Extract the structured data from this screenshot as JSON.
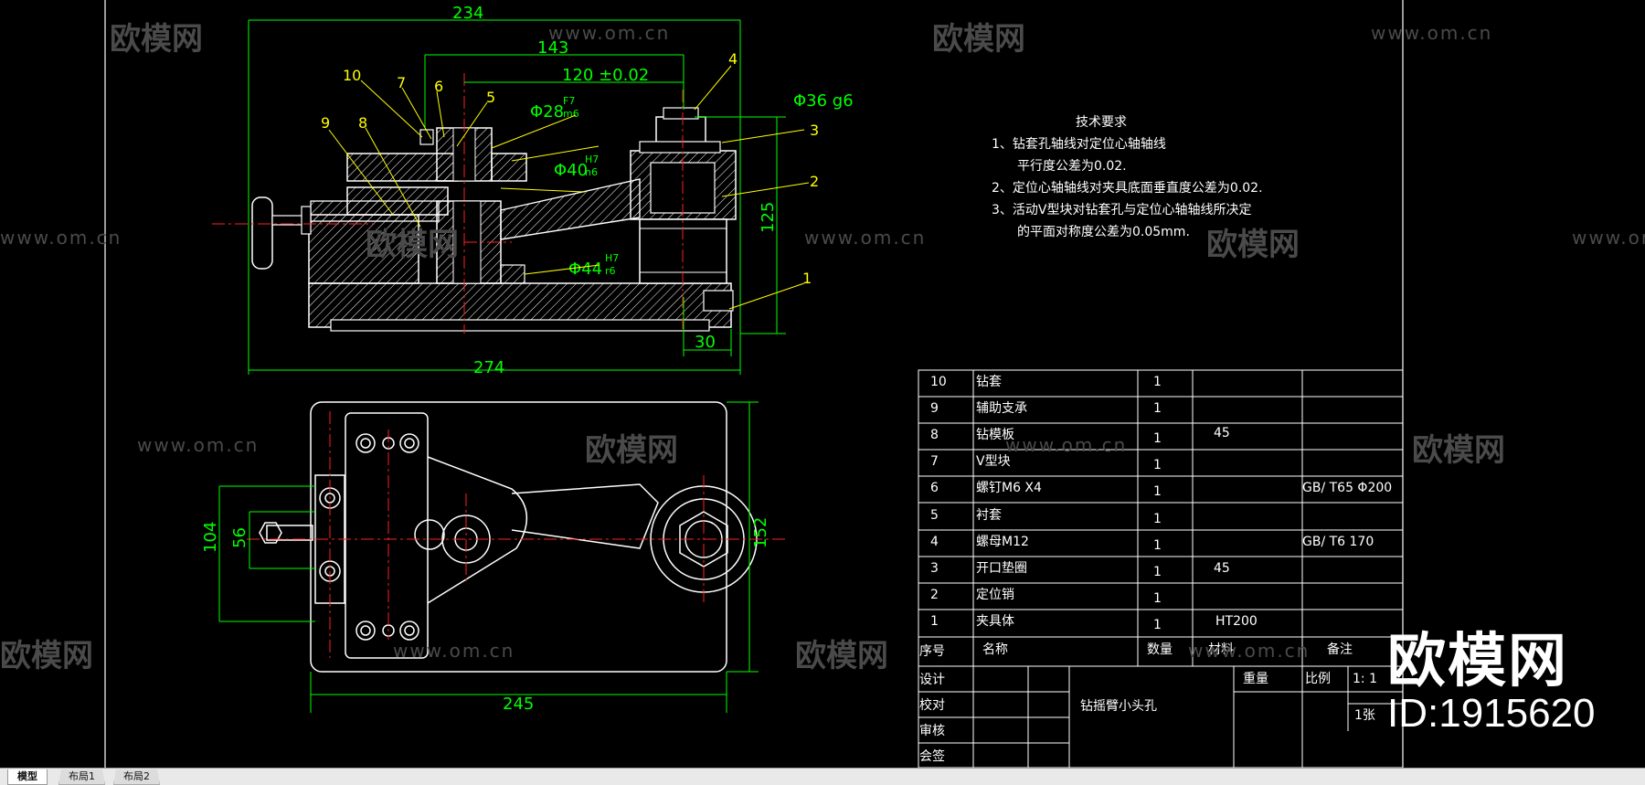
{
  "watermark": {
    "brand_cn": "欧模网",
    "url": "www.om.cn"
  },
  "brand_overlay": {
    "logo_text": "欧模网",
    "id_text": "ID:1915620"
  },
  "dimensions": {
    "d234": "234",
    "d143": "143",
    "d120": "120 ±0.02",
    "d274": "274",
    "d30": "30",
    "d125": "125",
    "d245": "245",
    "d152": "152",
    "d104": "104",
    "d56": "56",
    "phi36": "Φ36 g6",
    "phi28": "Φ28",
    "phi28_tol_top": "F7",
    "phi28_tol_bot": "m6",
    "phi40": "Φ40",
    "phi40_tol_top": "H7",
    "phi40_tol_bot": "n6",
    "phi44": "Φ44",
    "phi44_tol_top": "H7",
    "phi44_tol_bot": "r6"
  },
  "balloons": [
    "1",
    "2",
    "3",
    "4",
    "5",
    "6",
    "7",
    "8",
    "9",
    "10"
  ],
  "tech_req": {
    "title": "技术要求",
    "l1": "1、钻套孔轴线对定位心轴轴线",
    "l2": "平行度公差为0.02.",
    "l3": "2、定位心轴轴线对夹具底面垂直度公差为0.02.",
    "l4": "3、活动V型块对钻套孔与定位心轴轴线所决定",
    "l5": "的平面对称度公差为0.05mm."
  },
  "bom": [
    {
      "no": "10",
      "name": "钻套",
      "qty": "1",
      "mat": "",
      "note": ""
    },
    {
      "no": "9",
      "name": "辅助支承",
      "qty": "1",
      "mat": "",
      "note": ""
    },
    {
      "no": "8",
      "name": "钻模板",
      "qty": "1",
      "mat": "45",
      "note": ""
    },
    {
      "no": "7",
      "name": "V型块",
      "qty": "1",
      "mat": "",
      "note": ""
    },
    {
      "no": "6",
      "name": "螺钉M6 X4",
      "qty": "1",
      "mat": "",
      "note": "GB/ T65 Φ200"
    },
    {
      "no": "5",
      "name": "衬套",
      "qty": "1",
      "mat": "",
      "note": ""
    },
    {
      "no": "4",
      "name": "螺母M12",
      "qty": "1",
      "mat": "",
      "note": "GB/ T6 170"
    },
    {
      "no": "3",
      "name": "开口垫圈",
      "qty": "1",
      "mat": "45",
      "note": ""
    },
    {
      "no": "2",
      "name": "定位销",
      "qty": "1",
      "mat": "",
      "note": ""
    },
    {
      "no": "1",
      "name": "夹具体",
      "qty": "1",
      "mat": "HT200",
      "note": ""
    }
  ],
  "bom_header": {
    "no": "序号",
    "name": "名称",
    "qty": "数量",
    "mat": "材料",
    "note": "备注"
  },
  "title_block": {
    "design": "设计",
    "check": "校对",
    "review": "审核",
    "approve": "会签",
    "drawing_name": "钻摇臂小头孔",
    "weight": "重量",
    "scale_label": "比例",
    "scale_value": "1: 1",
    "sheets": "1张"
  },
  "tabs": [
    "模型",
    "布局1",
    "布局2"
  ],
  "colors": {
    "outline": "#ffffff",
    "dimension": "#00ff00",
    "center": "#ff2020",
    "leader": "#ffff00",
    "hatch": "#ffffff",
    "frame": "#ffffff"
  }
}
